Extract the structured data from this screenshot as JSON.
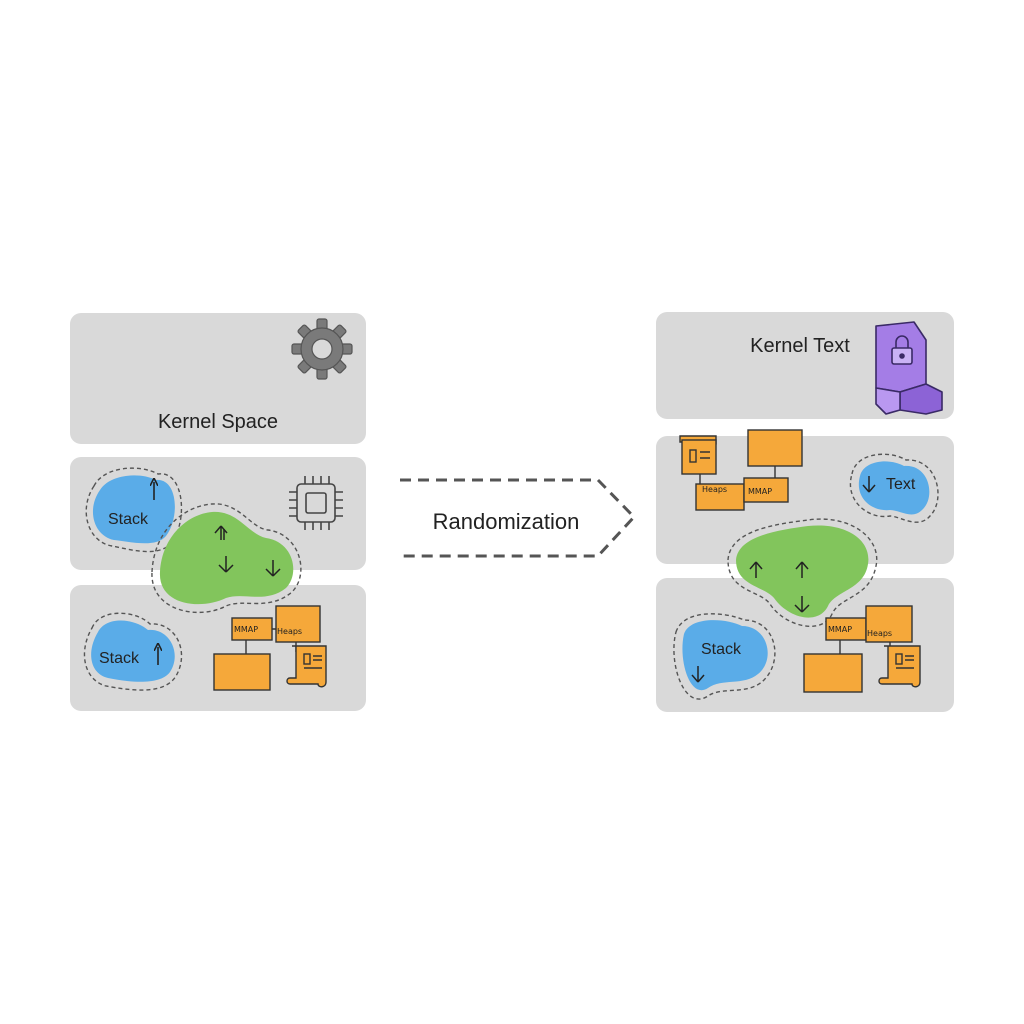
{
  "left": {
    "kernel_label": "Kernel Space",
    "stack_top_label": "Stack",
    "stack_bottom_label": "Stack",
    "mmap_label": "MMAP",
    "small_label": "Heaps"
  },
  "middle": {
    "arrow_label": "Randomization"
  },
  "right": {
    "kernel_label": "Kernel Text",
    "text_label": "Text",
    "stack_label": "Stack",
    "top_small_label_a": "Heaps",
    "top_small_label_b": "MMAP",
    "mmap_label": "MMAP",
    "small_label": "Heaps"
  },
  "colors": {
    "panel": "#d9d9d9",
    "stack_blue": "#5aace8",
    "heap_green": "#82c55c",
    "mmap_orange": "#f5a83a",
    "lock_purple": "#a47de6",
    "icon_gray": "#777777"
  },
  "icons": [
    "gear-icon",
    "chip-icon",
    "lock-icon",
    "arrow-up-icon",
    "arrow-down-icon",
    "document-icon",
    "scroll-icon"
  ]
}
